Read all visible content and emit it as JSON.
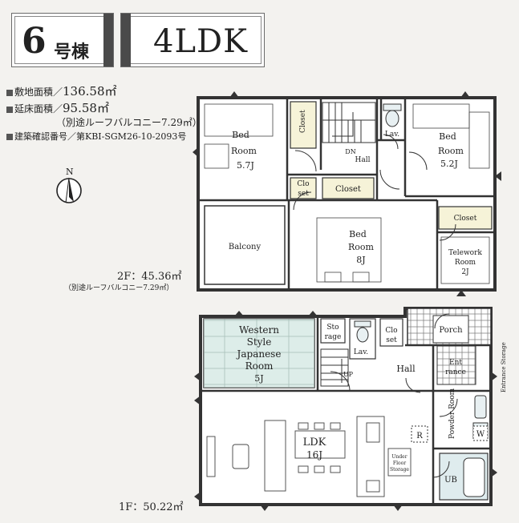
{
  "header": {
    "building_number": "6",
    "building_suffix": "号棟",
    "layout_type": "4LDK"
  },
  "info": {
    "site_area_label": "敷地面積／",
    "site_area_value": "136.58㎡",
    "floor_area_label": "延床面積／",
    "floor_area_value": "95.58㎡",
    "floor_area_note": "（別途ルーフバルコニー7.29㎡）",
    "permit_label": "建築確認番号／第KBI-SGM26-10-2093号"
  },
  "compass": {
    "label": "N"
  },
  "second_floor": {
    "area_label": "2F：45.36㎡",
    "area_note": "（別途ルーフバルコニー7.29㎡）",
    "rooms": {
      "bed1": [
        "Bed",
        "Room",
        "5.7J"
      ],
      "closet_v": "Closet",
      "dn": "DN",
      "hall": "Hall",
      "lav": "Lav.",
      "bed2": [
        "Bed",
        "Room",
        "5.2J"
      ],
      "closet_small": [
        "Clo",
        "set"
      ],
      "closet_mid": "Closet",
      "closet_right": "Closet",
      "balcony": "Balcony",
      "bed3": [
        "Bed",
        "Room",
        "8J"
      ],
      "telework": [
        "Telework",
        "Room",
        "2J"
      ]
    }
  },
  "first_floor": {
    "area_label": "1F：50.22㎡",
    "rooms": {
      "japanese": [
        "Western",
        "Style",
        "Japanese",
        "Room",
        "5J"
      ],
      "storage": [
        "Sto",
        "rage"
      ],
      "closet": [
        "Clo",
        "set"
      ],
      "porch": "Porch",
      "lav": "Lav.",
      "up": "UP",
      "hall": "Hall",
      "entrance": [
        "Ent",
        "rance"
      ],
      "entrance_storage": "Entrance Storage",
      "ldk": [
        "LDK",
        "16J"
      ],
      "underfloor": [
        "Under",
        "Floor",
        "Storage"
      ],
      "r": "R",
      "powder": "Powder Room",
      "w": "W",
      "ub": "UB"
    }
  }
}
